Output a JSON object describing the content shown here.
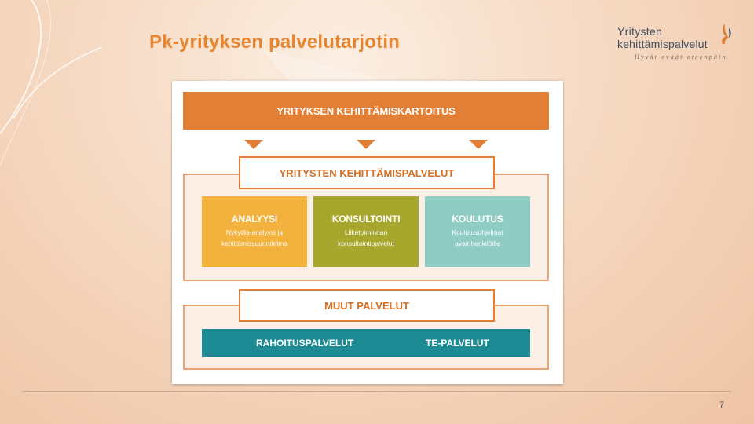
{
  "slide": {
    "title": "Pk-yrityksen palvelutarjotin",
    "page_number": "7"
  },
  "logo": {
    "line1": "Yritysten",
    "line2": "kehittämispalvelut",
    "tagline": "Hyvät eväät eteenpäin",
    "mark_color": "#e27f35"
  },
  "diagram": {
    "top_bar": "YRITYKSEN KEHITTÄMISKARTOITUS",
    "middle_label": "YRITYSTEN KEHITTÄMISPALVELUT",
    "services": [
      {
        "head": "ANALYYSI",
        "line1": "Nykytila-analyysi ja",
        "line2": "kehittämissuunnitelma",
        "color": "#f3b23d"
      },
      {
        "head": "KONSULTOINTI",
        "line1": "Liiketoiminnan",
        "line2": "konsultointipalvelut",
        "color": "#a7a72d"
      },
      {
        "head": "KOULUTUS",
        "line1": "Koulutusohjelmat",
        "line2": "avainhenkilöille",
        "color": "#8fcdc4"
      }
    ],
    "other_label": "MUUT PALVELUT",
    "bottom_left": "RAHOITUSPALVELUT",
    "bottom_right": "TE-PALVELUT"
  },
  "colors": {
    "orange": "#e27f35",
    "teal": "#1e8a93"
  }
}
